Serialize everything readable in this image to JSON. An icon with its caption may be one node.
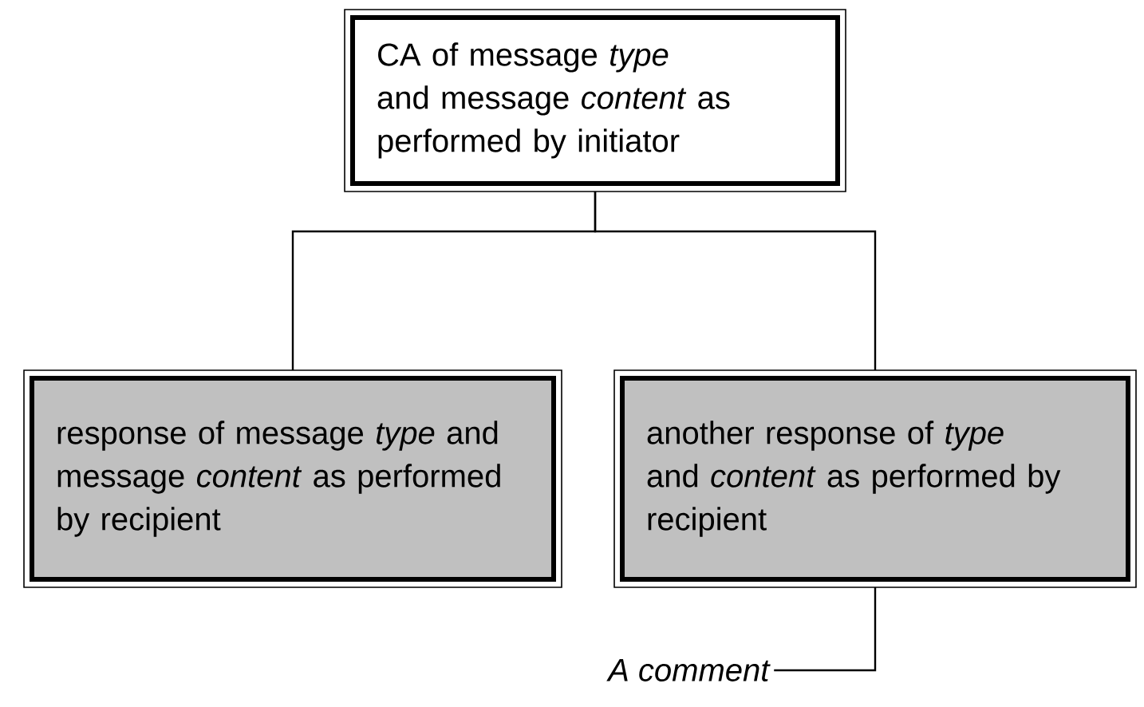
{
  "diagram": {
    "nodes": [
      {
        "text": [
          "CA of message *type* and message *content* as performed by initiator"
        ]
      },
      {
        "text": [
          "response of message *type* and message *content* as performed by recipient"
        ]
      },
      {
        "text": [
          "another response of *type* and *content* as performed by recipient"
        ]
      },
      {
        "text": [
          "*A comment*"
        ]
      }
    ],
    "edges": [
      {
        "from": 0,
        "to": 1,
        "arrow": "none"
      },
      {
        "from": 0,
        "to": 2,
        "arrow": "none"
      },
      {
        "from": 3,
        "to": 2,
        "arrow": "none"
      }
    ]
  }
}
